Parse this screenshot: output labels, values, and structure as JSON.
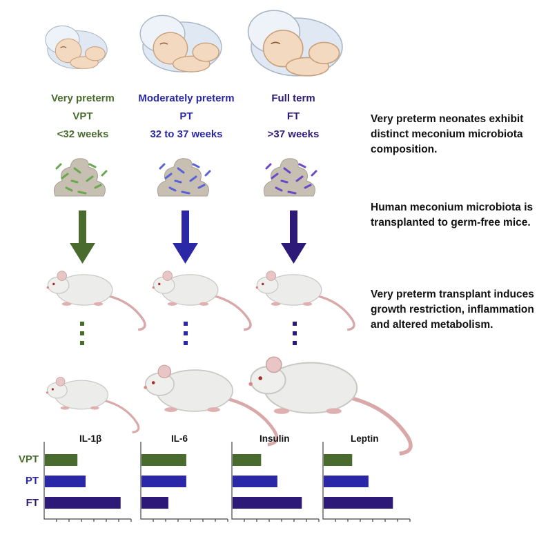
{
  "groups": [
    {
      "name": "Very preterm",
      "abbr": "VPT",
      "weeks": "<32 weeks",
      "color": "#4a6b2e",
      "bacteria_color": "#6aa84f"
    },
    {
      "name": "Moderately preterm",
      "abbr": "PT",
      "weeks": "32 to 37 weeks",
      "color": "#2b28a8",
      "bacteria_color": "#5a62d8"
    },
    {
      "name": "Full term",
      "abbr": "FT",
      "weeks": ">37 weeks",
      "color": "#2d1a78",
      "bacteria_color": "#6a48c8"
    }
  ],
  "descriptions": [
    "Very preterm neonates exhibit distinct meconium microbiota composition.",
    "Human meconium microbiota is transplanted to germ-free mice.",
    "Very preterm transplant induces growth restriction, inflammation and altered metabolism."
  ],
  "chart_data": {
    "type": "bar",
    "orientation": "horizontal",
    "categories": [
      "VPT",
      "PT",
      "FT"
    ],
    "category_colors": [
      "#4a6b2e",
      "#2b28a8",
      "#2d1a78"
    ],
    "panels": [
      {
        "title": "IL-1β",
        "values": [
          0.4,
          0.5,
          0.93
        ]
      },
      {
        "title": "IL-6",
        "values": [
          0.55,
          0.55,
          0.33
        ]
      },
      {
        "title": "Insulin",
        "values": [
          0.35,
          0.55,
          0.85
        ]
      },
      {
        "title": "Leptin",
        "values": [
          0.35,
          0.55,
          0.85
        ]
      }
    ],
    "grid": false,
    "legend": "none"
  }
}
